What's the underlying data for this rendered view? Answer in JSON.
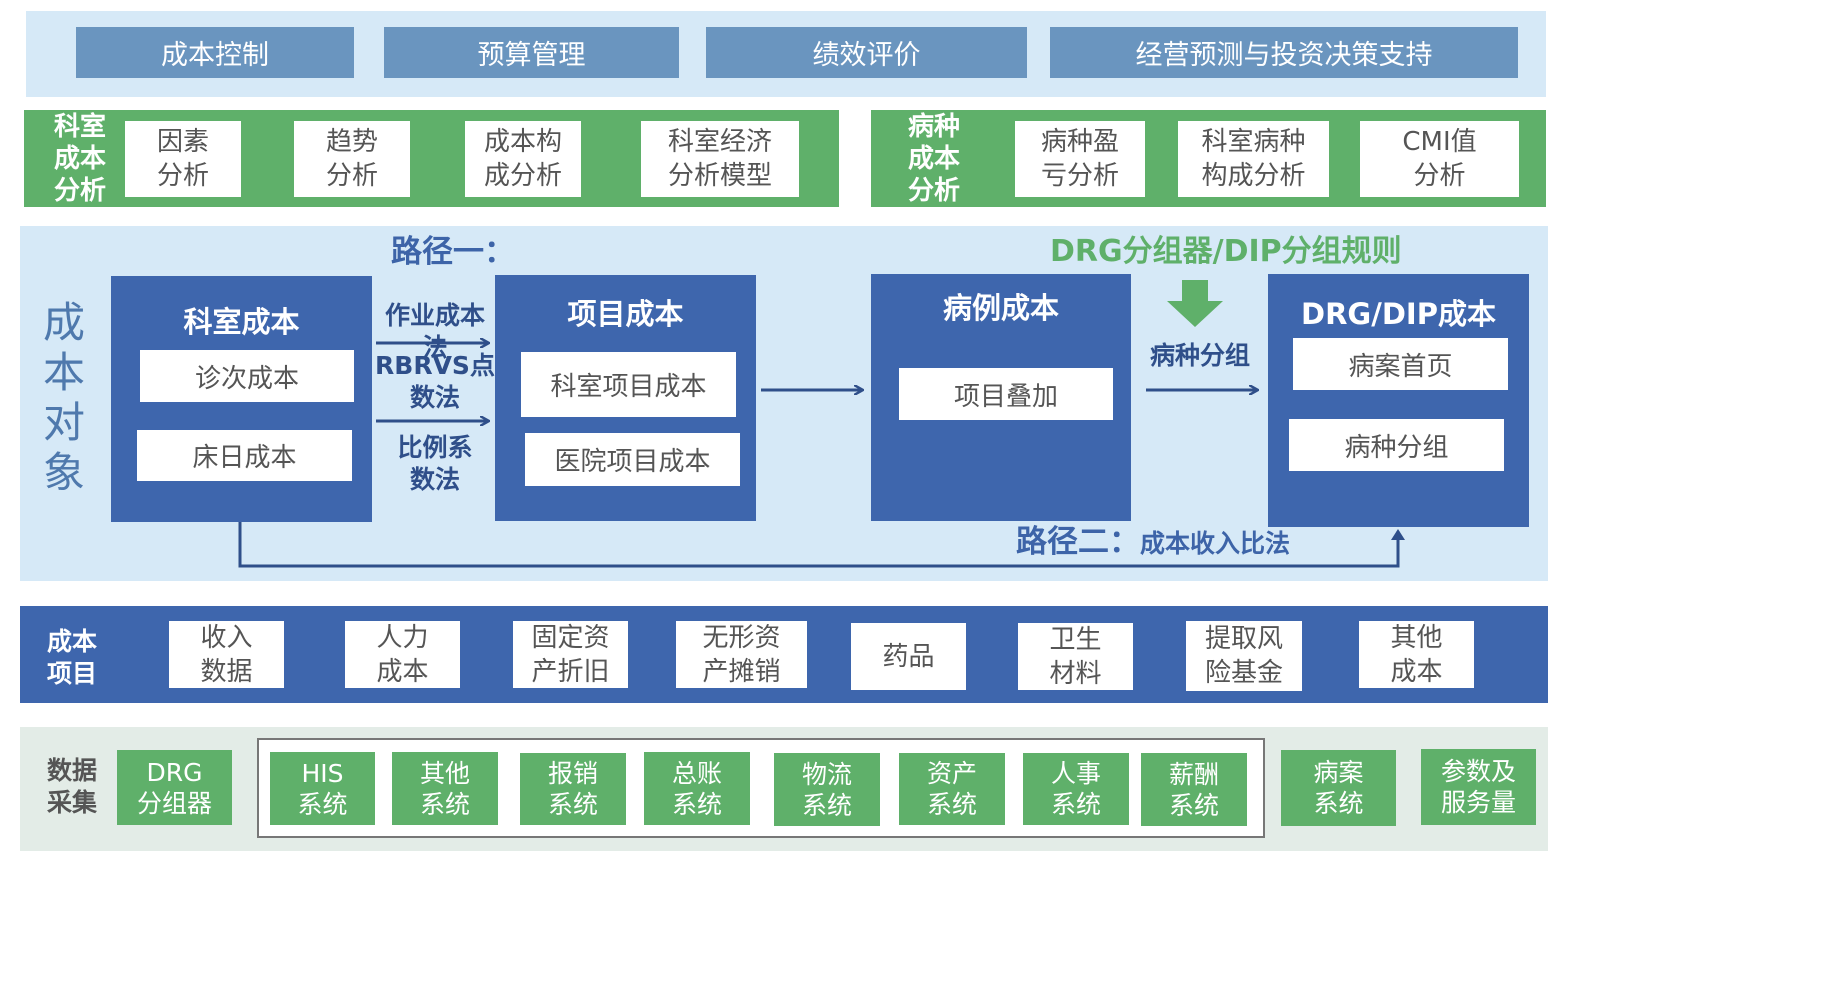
{
  "top": [
    "成本控制",
    "预算管理",
    "绩效评价",
    "经营预测与投资决策支持"
  ],
  "dept_analysis": {
    "label": [
      "科室",
      "成本",
      "分析"
    ],
    "items": [
      [
        "因素",
        "分析"
      ],
      [
        "趋势",
        "分析"
      ],
      [
        "成本构",
        "成分析"
      ],
      [
        "科室经济",
        "分析模型"
      ]
    ]
  },
  "disease_analysis": {
    "label": [
      "病种",
      "成本",
      "分析"
    ],
    "items": [
      [
        "病种盈",
        "亏分析"
      ],
      [
        "科室病种",
        "构成分析"
      ],
      [
        "CMI值",
        "分析"
      ]
    ]
  },
  "cost_object": {
    "label": [
      "成",
      "本",
      "对",
      "象"
    ],
    "path1": "路径一：",
    "rule": "DRG分组器/DIP分组规则",
    "dept_cost": {
      "title": "科室成本",
      "items": [
        "诊次成本",
        "床日成本"
      ]
    },
    "methods": {
      "m1": "作业成本法",
      "m2": [
        "RBRVS点",
        "数法"
      ],
      "m3": [
        "比例系",
        "数法"
      ]
    },
    "project_cost": {
      "title": "项目成本",
      "items": [
        "科室项目成本",
        "医院项目成本"
      ]
    },
    "case_cost": {
      "title": "病例成本",
      "items": [
        "项目叠加"
      ]
    },
    "grouping": "病种分组",
    "drg_cost": {
      "title": "DRG/DIP成本",
      "items": [
        "病案首页",
        "病种分组"
      ]
    },
    "path2": "路径二：",
    "path2_method": "成本收入比法"
  },
  "cost_items": {
    "label": [
      "成本",
      "项目"
    ],
    "items": [
      [
        "收入",
        "数据"
      ],
      [
        "人力",
        "成本"
      ],
      [
        "固定资",
        "产折旧"
      ],
      [
        "无形资",
        "产摊销"
      ],
      [
        "药品"
      ],
      [
        "卫生",
        "材料"
      ],
      [
        "提取风",
        "险基金"
      ],
      [
        "其他",
        "成本"
      ]
    ]
  },
  "data_collection": {
    "label": [
      "数据",
      "采集"
    ],
    "drg": [
      "DRG",
      "分组器"
    ],
    "systems": [
      [
        "HIS",
        "系统"
      ],
      [
        "其他",
        "系统"
      ],
      [
        "报销",
        "系统"
      ],
      [
        "总账",
        "系统"
      ],
      [
        "物流",
        "系统"
      ],
      [
        "资产",
        "系统"
      ],
      [
        "人事",
        "系统"
      ],
      [
        "薪酬",
        "系统"
      ]
    ],
    "case_sys": [
      "病案",
      "系统"
    ],
    "params": [
      "参数及",
      "服务量"
    ]
  },
  "colors": {
    "light_blue": "#d6e9f7",
    "top_box": "#6a95bf",
    "green": "#5fb06a",
    "dark_blue": "#3e66ad",
    "data_bg": "#e3ece7"
  }
}
